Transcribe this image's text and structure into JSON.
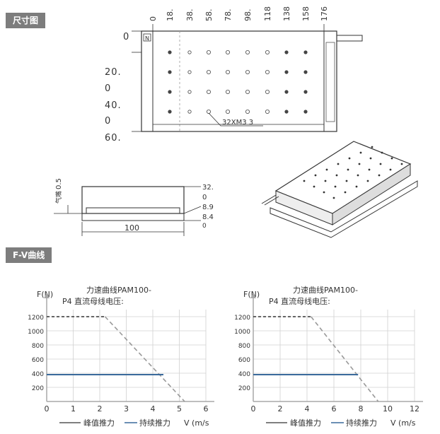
{
  "sections": {
    "dimensions_title": "尺寸图",
    "fv_title": "F-V曲线"
  },
  "drawing": {
    "top_ticks": [
      "0",
      "18.",
      "38.",
      "58.",
      "78.",
      "98.",
      "118",
      "138",
      "158",
      "176"
    ],
    "left_ticks": [
      "0",
      "20.",
      "0",
      "40.",
      "0",
      "60."
    ],
    "n_label": "N",
    "hole_note": "32XM3  3",
    "side_labels": [
      "0.5",
      "气嘴"
    ],
    "side_right": [
      "32.",
      "0",
      "8.9",
      "8.4",
      "0"
    ],
    "width_label": "100",
    "grid_cols": [
      18.5,
      38.5,
      58.5,
      78.5,
      98.5,
      118,
      138,
      158
    ],
    "grid_rows": [
      0,
      20.5,
      40.5,
      60
    ]
  },
  "chart_data": [
    {
      "type": "line",
      "title_line1": "力速曲线PAM100-",
      "title_line2": "P4 直流母线电压:",
      "ylabel": "F(N)",
      "xlabel": "V (m/s",
      "x_ticks": [
        "0",
        "1",
        "2",
        "3",
        "4",
        "5",
        "6"
      ],
      "y_ticks": [
        "200",
        "400",
        "600",
        "800",
        "1000",
        "1200"
      ],
      "xlim": [
        0,
        6
      ],
      "ylim": [
        0,
        1300
      ],
      "series": [
        {
          "name": "峰值推力",
          "color": "#333333",
          "dash": true,
          "x": [
            0,
            2.2
          ],
          "y": [
            1200,
            1200
          ]
        },
        {
          "name": "",
          "color": "#999999",
          "dash": true,
          "x": [
            2.2,
            5.2
          ],
          "y": [
            1200,
            0
          ]
        },
        {
          "name": "持续推力",
          "color": "#3a6a9c",
          "dash": false,
          "x": [
            0,
            4.4
          ],
          "y": [
            380,
            380
          ]
        }
      ]
    },
    {
      "type": "line",
      "title_line1": "力速曲线PAM100-",
      "title_line2": "P4 直流母线电压:",
      "ylabel": "F(N)",
      "xlabel": "V (m/s",
      "x_ticks": [
        "0",
        "2",
        "4",
        "6",
        "8",
        "10",
        "12"
      ],
      "y_ticks": [
        "200",
        "400",
        "600",
        "800",
        "1000",
        "1200"
      ],
      "xlim": [
        0,
        12
      ],
      "ylim": [
        0,
        1300
      ],
      "series": [
        {
          "name": "峰值推力",
          "color": "#333333",
          "dash": true,
          "x": [
            0,
            4.3
          ],
          "y": [
            1200,
            1200
          ]
        },
        {
          "name": "",
          "color": "#999999",
          "dash": true,
          "x": [
            4.3,
            9.3
          ],
          "y": [
            1200,
            0
          ]
        },
        {
          "name": "持续推力",
          "color": "#3a6a9c",
          "dash": false,
          "x": [
            0,
            7.8
          ],
          "y": [
            380,
            380
          ]
        }
      ]
    }
  ]
}
